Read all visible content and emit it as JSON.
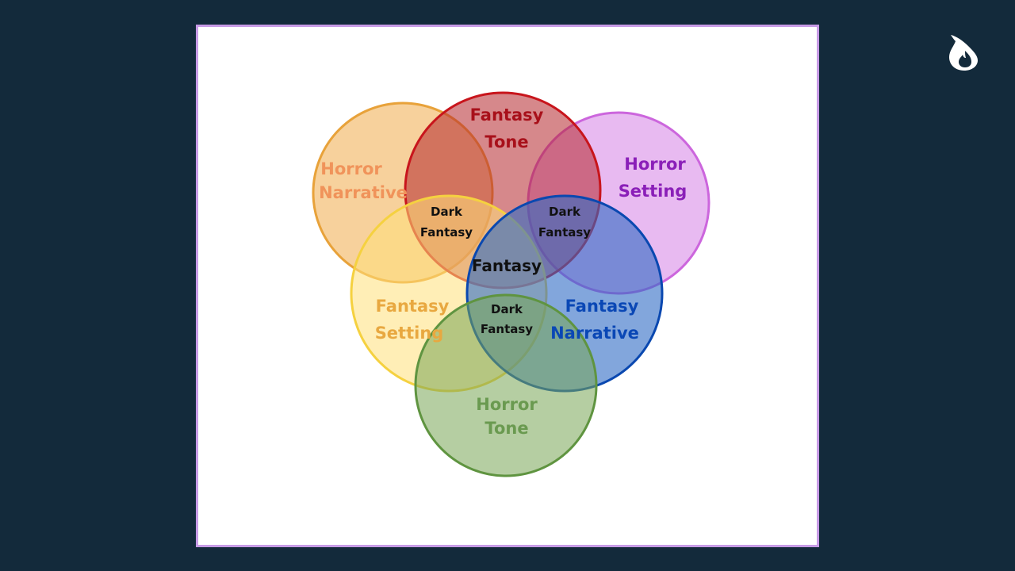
{
  "logo": {
    "icon": "flame-logo-icon"
  },
  "diagram": {
    "type": "venn",
    "sets": [
      {
        "id": "horror-narrative",
        "lines": [
          "Horror",
          "Narrative"
        ],
        "fill": "#f2b25a",
        "stroke": "#e8a23a",
        "text_color": "#f0935a"
      },
      {
        "id": "horror-setting",
        "lines": [
          "Horror",
          "Setting"
        ],
        "fill": "#d98ce8",
        "stroke": "#cc66dd",
        "text_color": "#8a1fb8"
      },
      {
        "id": "fantasy-tone",
        "lines": [
          "Fantasy",
          "Tone"
        ],
        "fill": "#b5262c",
        "stroke": "#c8151c",
        "text_color": "#a8101a"
      },
      {
        "id": "fantasy-setting",
        "lines": [
          "Fantasy",
          "Setting"
        ],
        "fill": "#ffe07a",
        "stroke": "#f5d140",
        "text_color": "#e8a840"
      },
      {
        "id": "fantasy-narrative",
        "lines": [
          "Fantasy",
          "Narrative"
        ],
        "fill": "#2f6bc4",
        "stroke": "#0a48b0",
        "text_color": "#0a47b5"
      },
      {
        "id": "horror-tone",
        "lines": [
          "Horror",
          "Tone"
        ],
        "fill": "#79a656",
        "stroke": "#5f9440",
        "text_color": "#6a9a50"
      }
    ],
    "intersections": [
      {
        "id": "dark-fantasy-left",
        "lines": [
          "Dark",
          "Fantasy"
        ]
      },
      {
        "id": "dark-fantasy-right",
        "lines": [
          "Dark",
          "Fantasy"
        ]
      },
      {
        "id": "fantasy-center",
        "lines": [
          "Fantasy"
        ]
      },
      {
        "id": "dark-fantasy-bottom",
        "lines": [
          "Dark",
          "Fantasy"
        ]
      }
    ]
  }
}
